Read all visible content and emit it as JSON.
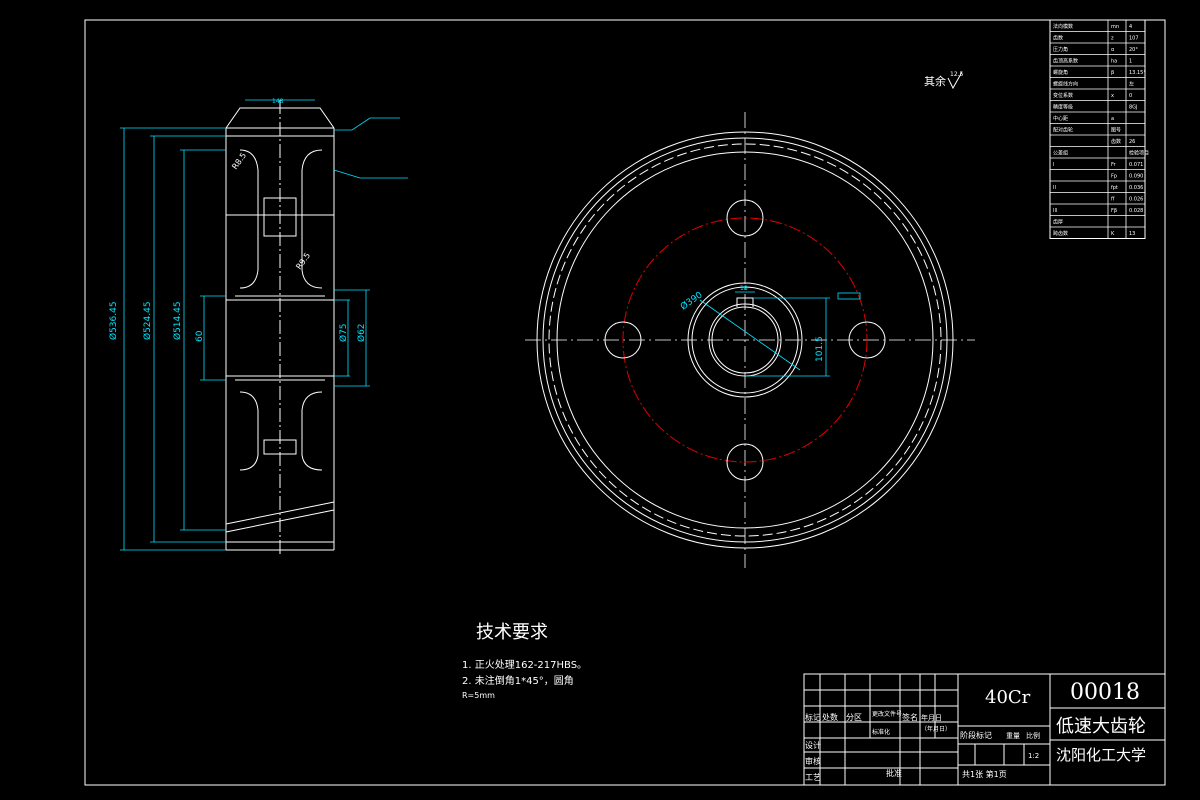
{
  "drawing": {
    "roughness_note": "其余",
    "roughness_value": "12.5",
    "tech_title": "技术要求",
    "tech_items": [
      "1. 正火处理162-217HBS。",
      "2. 未注倒角1*45°，圆角",
      "R=5mm"
    ]
  },
  "dims": {
    "left_d1": "Ø536.45",
    "left_d2": "Ø524.45",
    "left_d3": "Ø514.45",
    "bore_len": "60",
    "hub_d": "Ø75",
    "hub_d2": "Ø62",
    "fillet_top": "R8.5",
    "fillet_mid": "R9.5",
    "pitch_circle": "Ø390",
    "key_depth": "101.5",
    "key_width": "18",
    "top_width": "148"
  },
  "spec_table": {
    "rows": [
      [
        "法向模数",
        "mn",
        "4"
      ],
      [
        "齿数",
        "z",
        "107"
      ],
      [
        "压力角",
        "α",
        "20°"
      ],
      [
        "齿顶高系数",
        "ha",
        "1"
      ],
      [
        "螺旋角",
        "β",
        "13.15°"
      ],
      [
        "螺旋线方向",
        "",
        "左"
      ],
      [
        "变位系数",
        "x",
        "0"
      ],
      [
        "精度等级",
        "",
        "8GJ"
      ],
      [
        "中心距",
        "a",
        ""
      ],
      [
        "配对齿轮",
        "图号",
        ""
      ],
      [
        "",
        "齿数",
        "26"
      ],
      [
        "公差组",
        "",
        "检验项目"
      ],
      [
        "I",
        "Fr",
        "0.071"
      ],
      [
        "",
        "Fp",
        "0.090"
      ],
      [
        "II",
        "fpt",
        "0.036"
      ],
      [
        "",
        "ff",
        "0.026"
      ],
      [
        "III",
        "Fβ",
        "0.028"
      ],
      [
        "齿厚",
        "",
        ""
      ],
      [
        "跨齿数",
        "K",
        "13"
      ]
    ]
  },
  "title_block": {
    "material": "40Cr",
    "drawing_no": "00018",
    "part_name": "低速大齿轮",
    "school": "沈阳化工大学",
    "scale": "1:2",
    "sheets": "共1张 第1页",
    "header_labels": [
      "标记",
      "处数",
      "分区",
      "更改文件号",
      "签名",
      "年月日"
    ],
    "row_labels": [
      "设计",
      "审核",
      "工艺"
    ],
    "row_labels2": [
      "标准化",
      "批准"
    ],
    "stage_labels": [
      "阶段标记",
      "重量",
      "比例"
    ],
    "date_note": "（年月日）"
  },
  "colors": {
    "line": "#ffffff",
    "dimension": "#00e5ff",
    "centerline": "#e00000",
    "background": "#000000"
  }
}
